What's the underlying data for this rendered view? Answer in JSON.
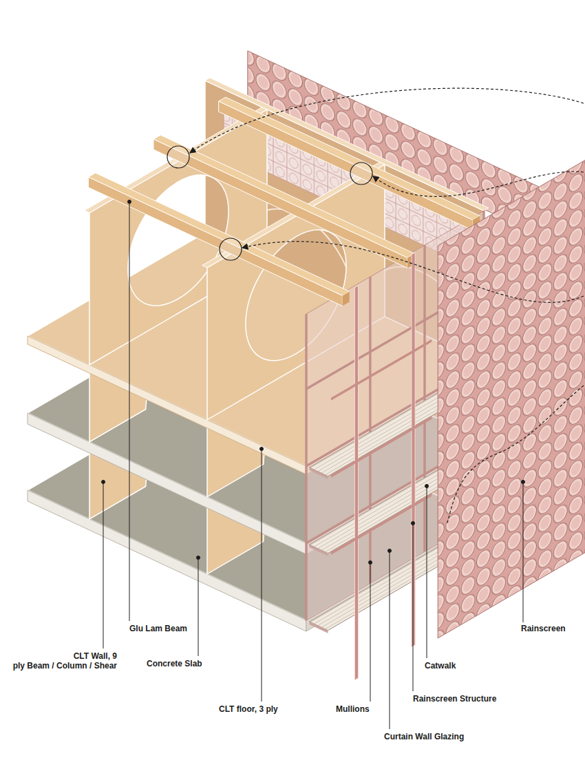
{
  "diagram": {
    "labels": [
      "Glu Lam Beam",
      "Rainscreen",
      "CLT Wall, 9 ply Beam / Column / Shear",
      "Concrete Slab",
      "Catwalk",
      "Rainscreen Structure",
      "CLT floor, 3 ply",
      "Mullions",
      "Curtain Wall Glazing"
    ]
  }
}
